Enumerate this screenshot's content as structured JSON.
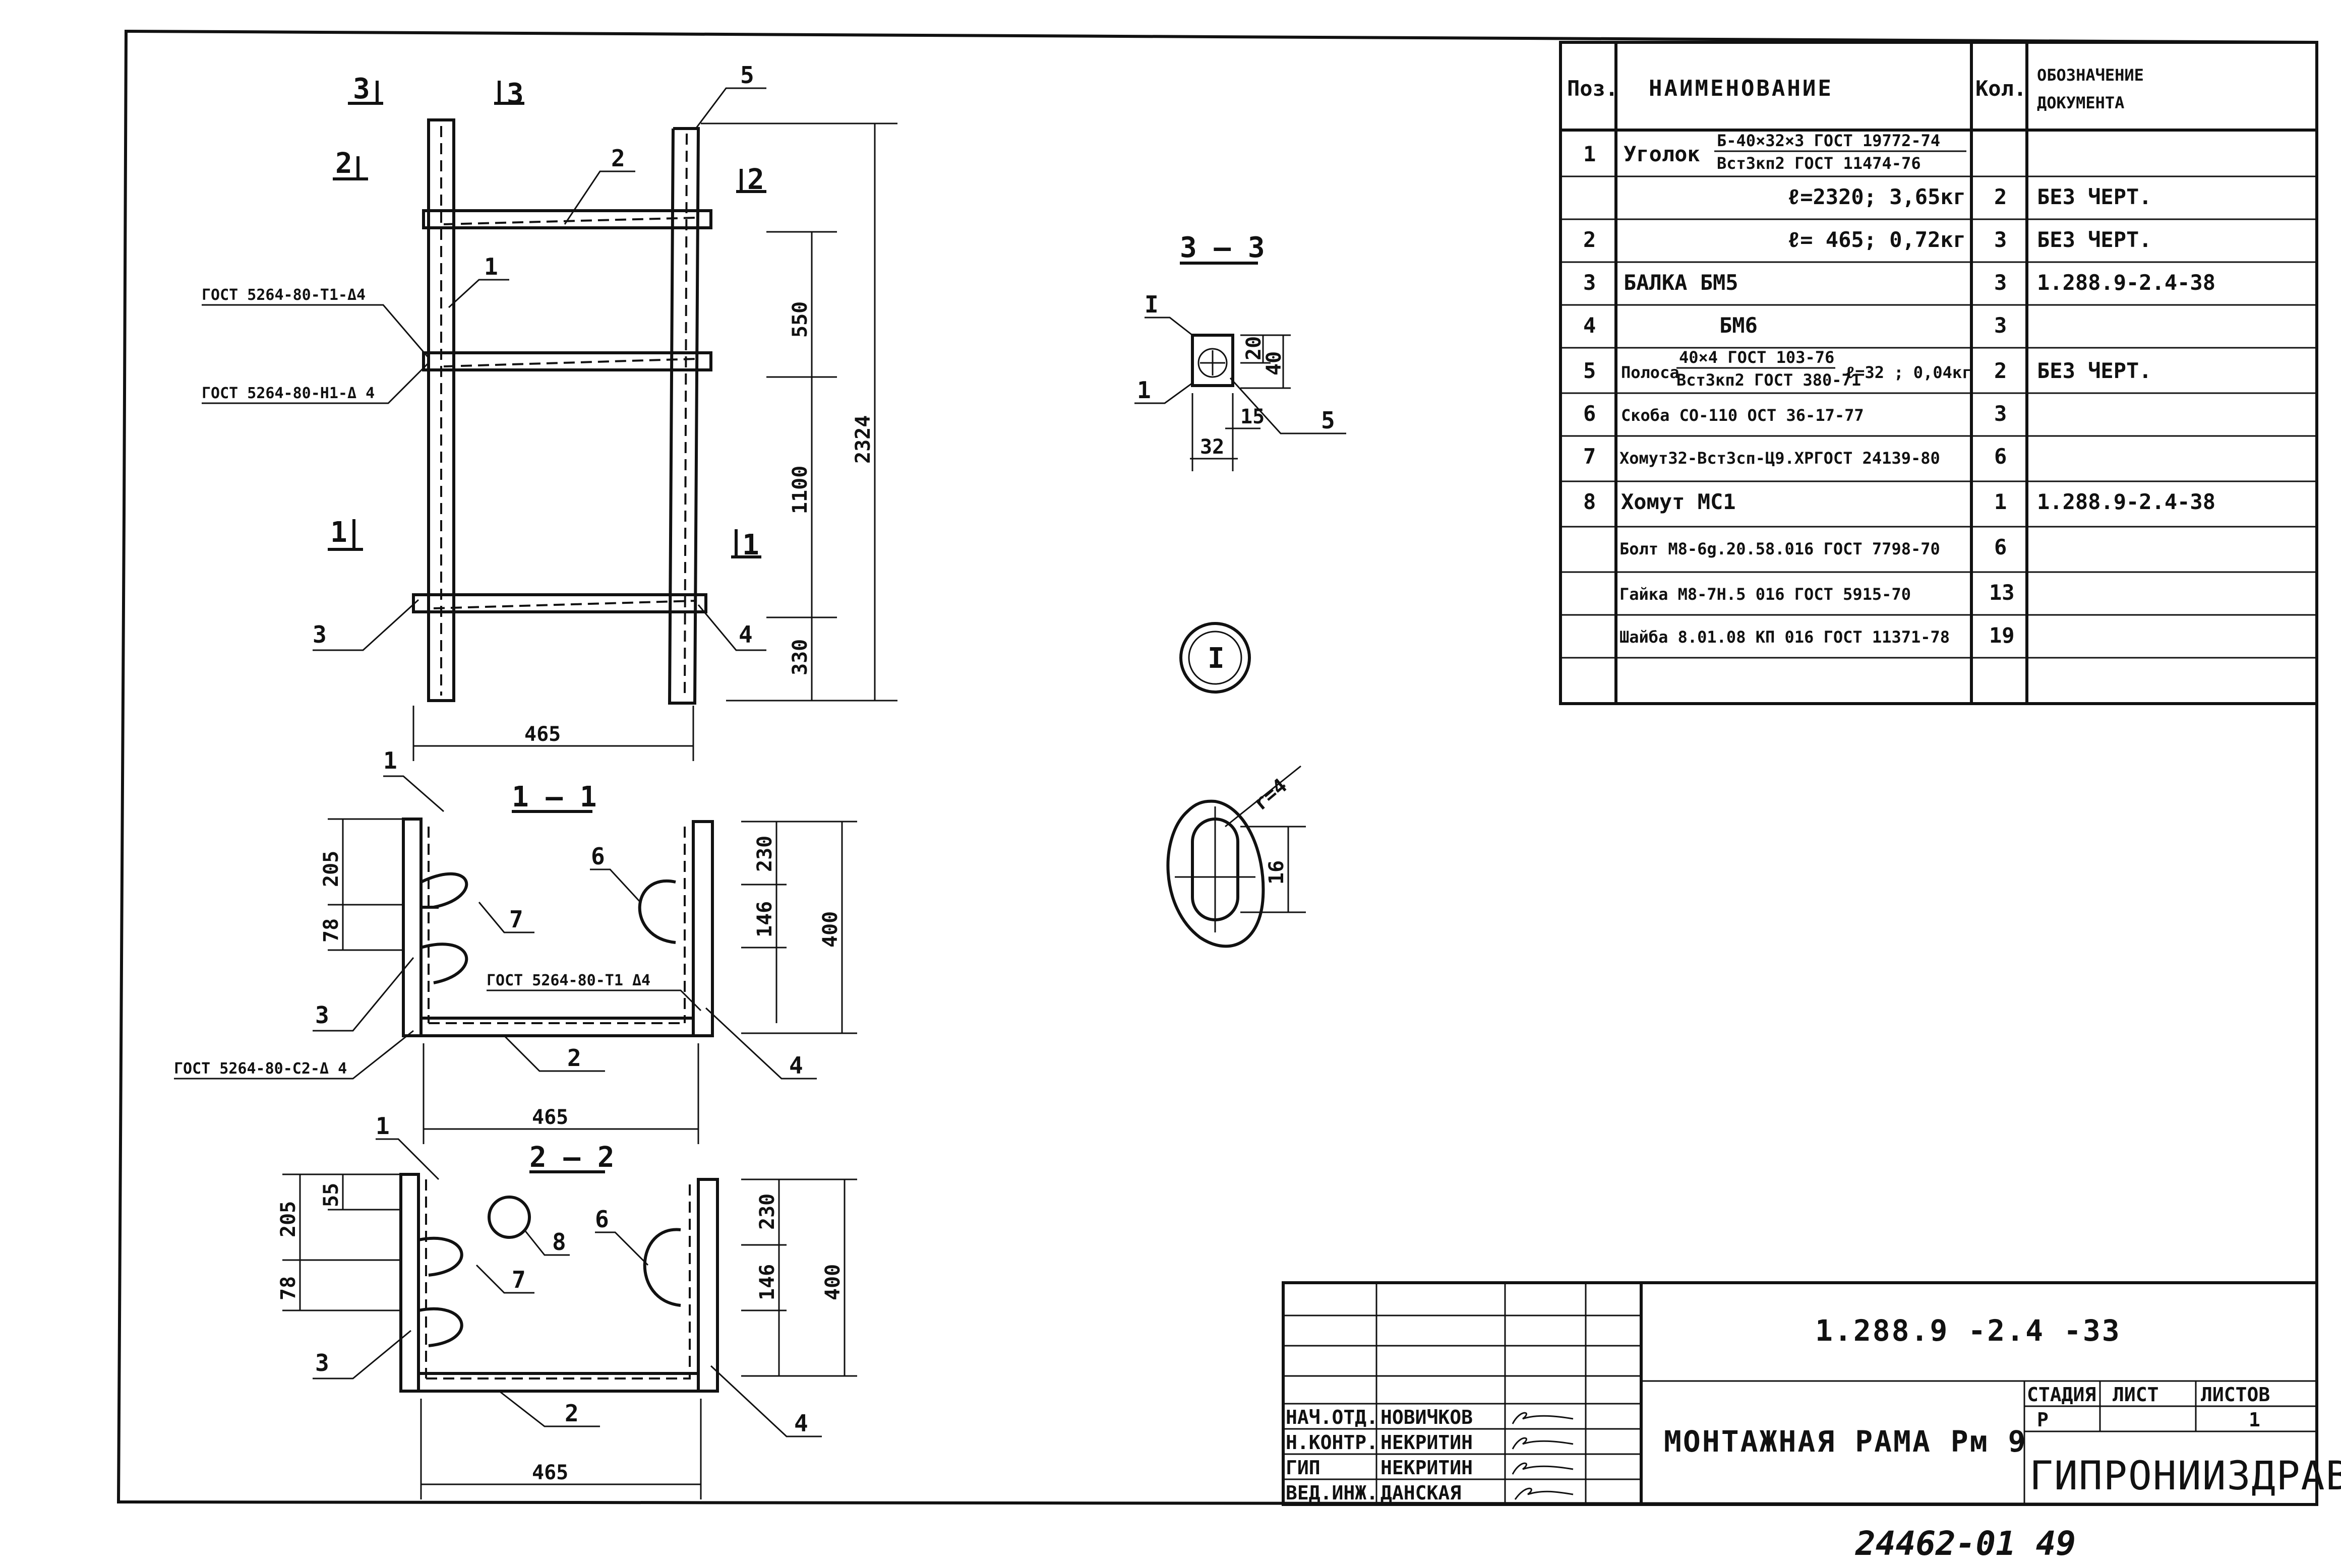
{
  "spec_table": {
    "headers": {
      "pos": "Поз.",
      "name": "НАИМЕНОВАНИЕ",
      "qty": "Кол.",
      "doc_l1": "ОБОЗНАЧЕНИЕ",
      "doc_l2": "ДОКУМЕНТА"
    },
    "row1": {
      "pos": "1",
      "name": "Уголок",
      "frac_top": "Б-40×32×3 ГОСТ 19772-74",
      "frac_bot": "Вст3кп2 ГОСТ 11474-76",
      "qty": "",
      "doc": ""
    },
    "row1a": {
      "pos": "",
      "name": "ℓ=2320;  3,65кг",
      "qty": "2",
      "doc": "БЕЗ ЧЕРТ."
    },
    "row2": {
      "pos": "2",
      "name": "ℓ= 465;   0,72кг",
      "qty": "3",
      "doc": "БЕЗ ЧЕРТ."
    },
    "row3": {
      "pos": "3",
      "name": "БАЛКА  БМ5",
      "qty": "3",
      "doc": "1.288.9-2.4-38"
    },
    "row4": {
      "pos": "4",
      "name": "БМ6",
      "qty": "3",
      "doc": ""
    },
    "row5": {
      "pos": "5",
      "name": "Полоса",
      "frac_top": "40×4 ГОСТ 103-76",
      "frac_bot": "Вст3кп2 ГОСТ 380-71",
      "suffix": "ℓ=32 ; 0,04кг",
      "qty": "2",
      "doc": "БЕЗ ЧЕРТ."
    },
    "row6": {
      "pos": "6",
      "name": "Скоба  СО-110   ОСТ 36-17-77",
      "qty": "3",
      "doc": ""
    },
    "row7": {
      "pos": "7",
      "name": "Хомут32-Вст3сп-Ц9.ХРГОСТ 24139-80",
      "qty": "6",
      "doc": ""
    },
    "row8": {
      "pos": "8",
      "name": "Хомут  МС1",
      "qty": "1",
      "doc": "1.288.9-2.4-38"
    },
    "row9": {
      "pos": "",
      "name": "Болт М8-6g.20.58.016 ГОСТ 7798-70",
      "qty": "6",
      "doc": ""
    },
    "row10": {
      "pos": "",
      "name": "Гайка М8-7Н.5 016 ГОСТ 5915-70",
      "qty": "13",
      "doc": ""
    },
    "row11": {
      "pos": "",
      "name": "Шайба 8.01.08 КП 016 ГОСТ 11371-78",
      "qty": "19",
      "doc": ""
    }
  },
  "main_view": {
    "cut_1": "1",
    "cut_2": "2",
    "cut_3": "3",
    "pos_1": "1",
    "pos_2": "2",
    "pos_3": "3",
    "pos_4": "4",
    "pos_5": "5",
    "weld_top": "ГОСТ 5264-80-Т1-Δ4",
    "weld_mid": "ГОСТ 5264-80-Н1-Δ 4",
    "dim_550": "550",
    "dim_1100": "1100",
    "dim_330": "330",
    "dim_2324": "2324",
    "dim_465": "465"
  },
  "section_1_1": {
    "title": "1 — 1",
    "dim_205": "205",
    "dim_78": "78",
    "dim_230": "230",
    "dim_146": "146",
    "dim_400": "400",
    "dim_465": "465",
    "pos_1": "1",
    "pos_2": "2",
    "pos_3": "3",
    "pos_4": "4",
    "pos_6": "6",
    "pos_7": "7",
    "weld_t1": "ГОСТ 5264-80-Т1 Δ4",
    "weld_c2": "ГОСТ 5264-80-С2-Δ 4"
  },
  "section_2_2": {
    "title": "2 — 2",
    "dim_205": "205",
    "dim_55": "55",
    "dim_78": "78",
    "dim_230": "230",
    "dim_146": "146",
    "dim_400": "400",
    "dim_465": "465",
    "pos_1": "1",
    "pos_2": "2",
    "pos_3": "3",
    "pos_4": "4",
    "pos_6": "6",
    "pos_7": "7",
    "pos_8": "8"
  },
  "section_3_3": {
    "title": "3 — 3",
    "node": "I",
    "pos_1": "1",
    "pos_5": "5",
    "dim_20": "20",
    "dim_40": "40",
    "dim_15": "15",
    "dim_32": "32"
  },
  "detail": {
    "label": "I",
    "radius": "r=4",
    "dim_16": "16"
  },
  "title_block": {
    "code": "1.288.9 -2.4 -33",
    "title": "МОНТАЖНАЯ  РАМА Рм 9",
    "stage_hdr": "СТАДИЯ",
    "sheet_hdr": "ЛИСТ",
    "sheets_hdr": "ЛИСТОВ",
    "stage": "Р",
    "sheet": "",
    "sheets": "1",
    "org": "ГИПРОНИИЗДРАВ",
    "roles": [
      {
        "role": "НАЧ.ОТД.",
        "name": "НОВИЧКОВ"
      },
      {
        "role": "Н.КОНТР.",
        "name": "НЕКРИТИН"
      },
      {
        "role": "ГИП",
        "name": "НЕКРИТИН"
      },
      {
        "role": "ВЕД.ИНЖ.",
        "name": "ДАНСКАЯ"
      }
    ]
  },
  "stamp_number": "24462-01   49"
}
